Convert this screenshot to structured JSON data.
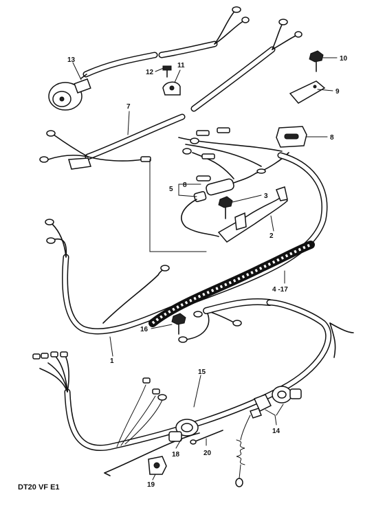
{
  "diagram": {
    "caption": "DT20  VF  E1",
    "labels": {
      "p1": "1",
      "p2": "2",
      "p3": "3",
      "p4_17": "4 -17",
      "p5": "5",
      "p7": "7",
      "p8a": "8",
      "p8b": "8",
      "p9": "9",
      "p10": "10",
      "p11": "11",
      "p12": "12",
      "p13": "13",
      "p14": "14",
      "p15": "15",
      "p16": "16",
      "p18": "18",
      "p19": "19",
      "p20": "20"
    }
  }
}
